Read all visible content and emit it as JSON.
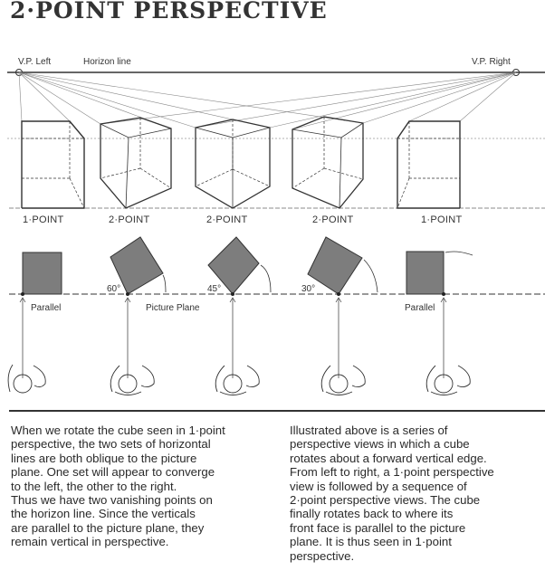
{
  "title": "2·POINT PERSPECTIVE",
  "labels": {
    "vp_left": "V.P. Left",
    "horizon": "Horizon line",
    "vp_right": "V.P. Right",
    "views": [
      "1·POINT",
      "2·POINT",
      "2·POINT",
      "2·POINT",
      "1·POINT"
    ],
    "angles": [
      "60°",
      "45°",
      "30°"
    ],
    "parallel_left": "Parallel",
    "picture_plane": "Picture Plane",
    "parallel_right": "Parallel"
  },
  "text_left": [
    "When we rotate the cube seen in 1·point",
    "perspective, the two sets of horizontal",
    "lines are both oblique to the picture",
    "plane.  One set will appear to converge",
    "to the left, the other to the right.",
    "Thus we have two vanishing points on",
    "the horizon line. Since the verticals",
    "are parallel to the picture plane, they",
    "remain vertical in perspective."
  ],
  "text_right": [
    "Illustrated above is a series of",
    "perspective views in which a cube",
    "rotates about a forward vertical edge.",
    "From left to right, a 1·point perspective",
    "view is followed by a sequence of",
    "2·point perspective views. The cube",
    "finally rotates back to where its",
    "front face is parallel to the picture",
    "plane. It is thus seen in 1·point",
    "perspective."
  ]
}
